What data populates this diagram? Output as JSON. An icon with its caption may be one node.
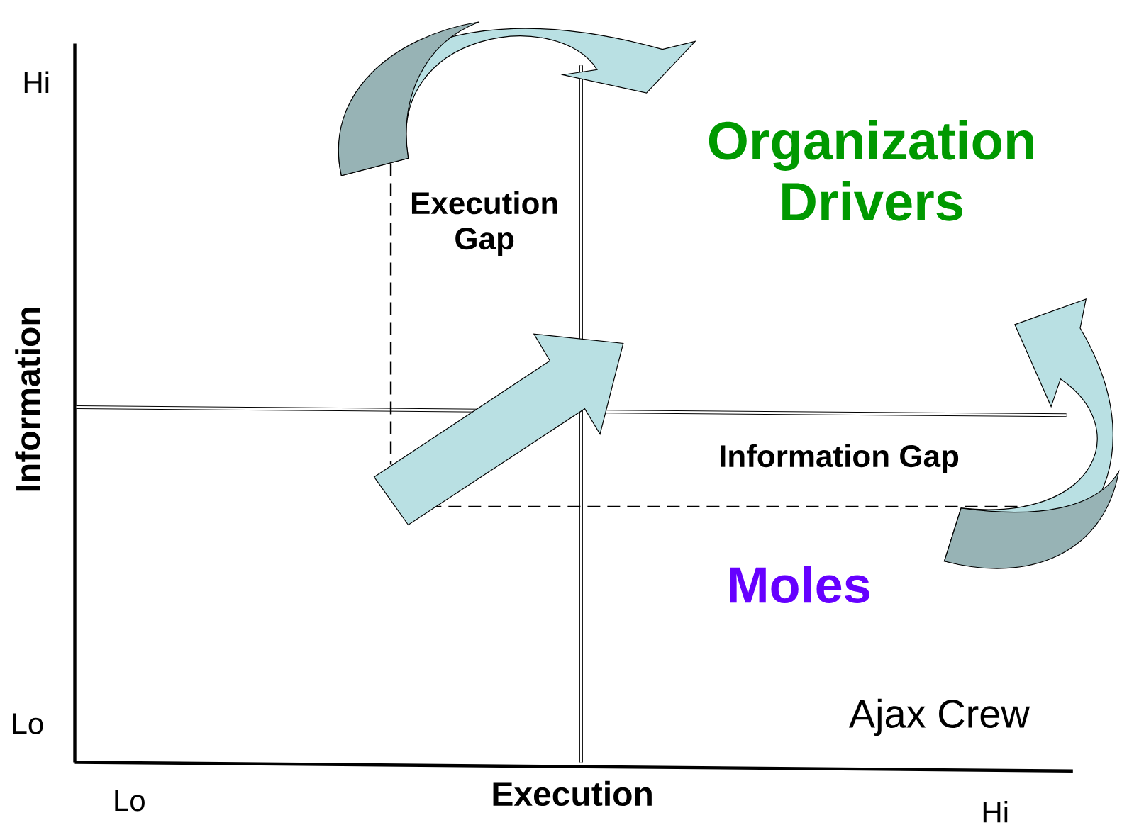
{
  "diagram": {
    "labels": [
      "Hi",
      "Organization Drivers",
      "Execution Gap",
      "Information",
      "Information Gap",
      "Moles",
      "Lo",
      "Ajax Crew",
      "Execution",
      "Lo",
      "Hi"
    ]
  }
}
